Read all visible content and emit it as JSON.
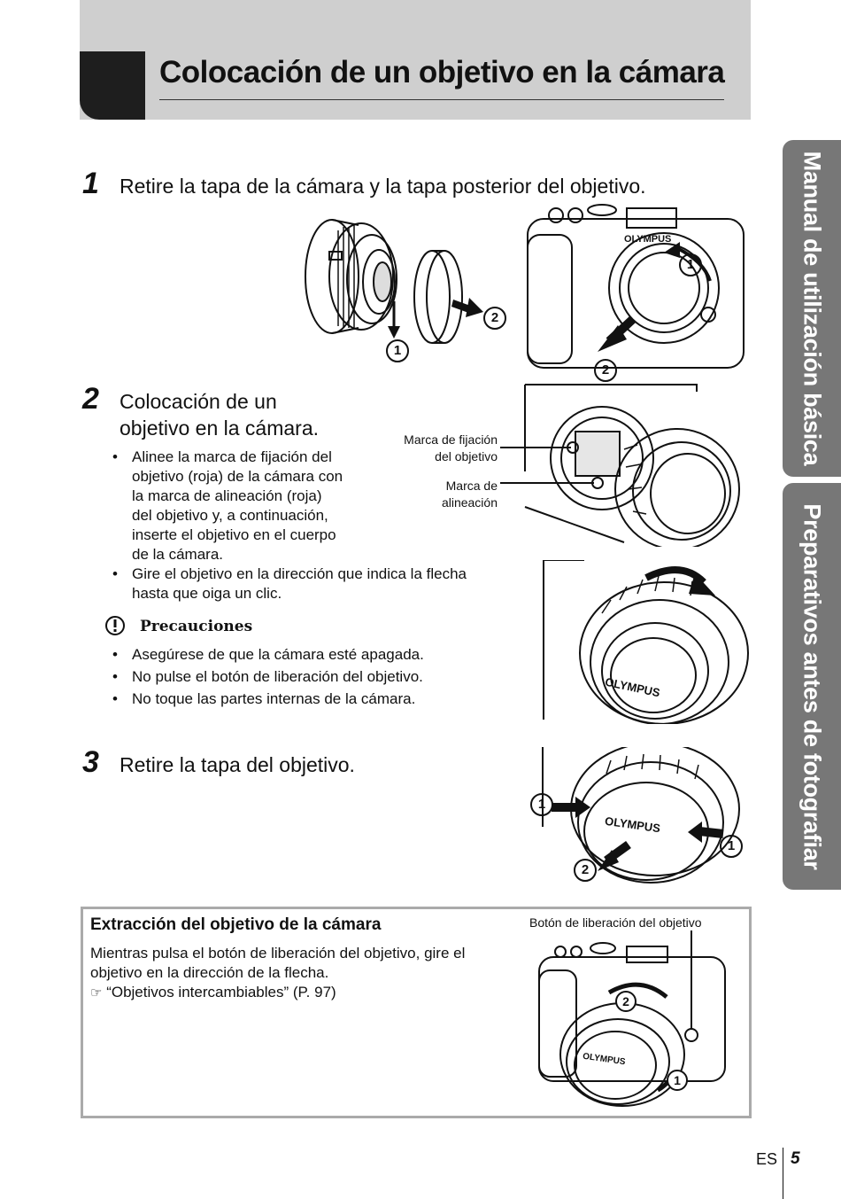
{
  "header": {
    "title": "Colocación de un objetivo en la cámara"
  },
  "side_tabs": {
    "tab1": "Manual de utilización básica",
    "tab2": "Preparativos antes de fotografiar"
  },
  "step1": {
    "number": "1",
    "text": "Retire la tapa de la cámara y la tapa posterior del objetivo."
  },
  "step2": {
    "number": "2",
    "text_line1": "Colocación de un",
    "text_line2": "objetivo en la cámara.",
    "bullets": [
      [
        "Alinee la marca de fijación del",
        "objetivo (roja) de la cámara con",
        "la marca de alineación (roja)",
        "del objetivo y, a continuación,",
        "inserte el objetivo en el cuerpo",
        "de la cámara."
      ],
      [
        "Gire el objetivo en la dirección que indica la flecha",
        "hasta que oiga un clic."
      ]
    ],
    "label_mount_1": "Marca de fijación",
    "label_mount_2": "del objetivo",
    "label_align_1": "Marca de",
    "label_align_2": "alineación"
  },
  "cautions": {
    "title": "Precauciones",
    "items": [
      "Asegúrese de que la cámara esté apagada.",
      "No pulse el botón de liberación del objetivo.",
      "No toque las partes internas de la cámara."
    ]
  },
  "step3": {
    "number": "3",
    "text": "Retire la tapa del objetivo."
  },
  "box": {
    "title": "Extracción del objetivo de la cámara",
    "line1": "Mientras pulsa el botón de liberación del objetivo, gire el",
    "line2": "objetivo en la dirección de la flecha.",
    "ref": "“Objetivos intercambiables” (P. 97)",
    "ref_icon": "hand-pointing-icon",
    "release_label": "Botón de liberación del objetivo"
  },
  "figure_labels": {
    "brand": "OLYMPUS",
    "callout_1": "1",
    "callout_2": "2"
  },
  "footer": {
    "lang": "ES",
    "page": "5"
  }
}
